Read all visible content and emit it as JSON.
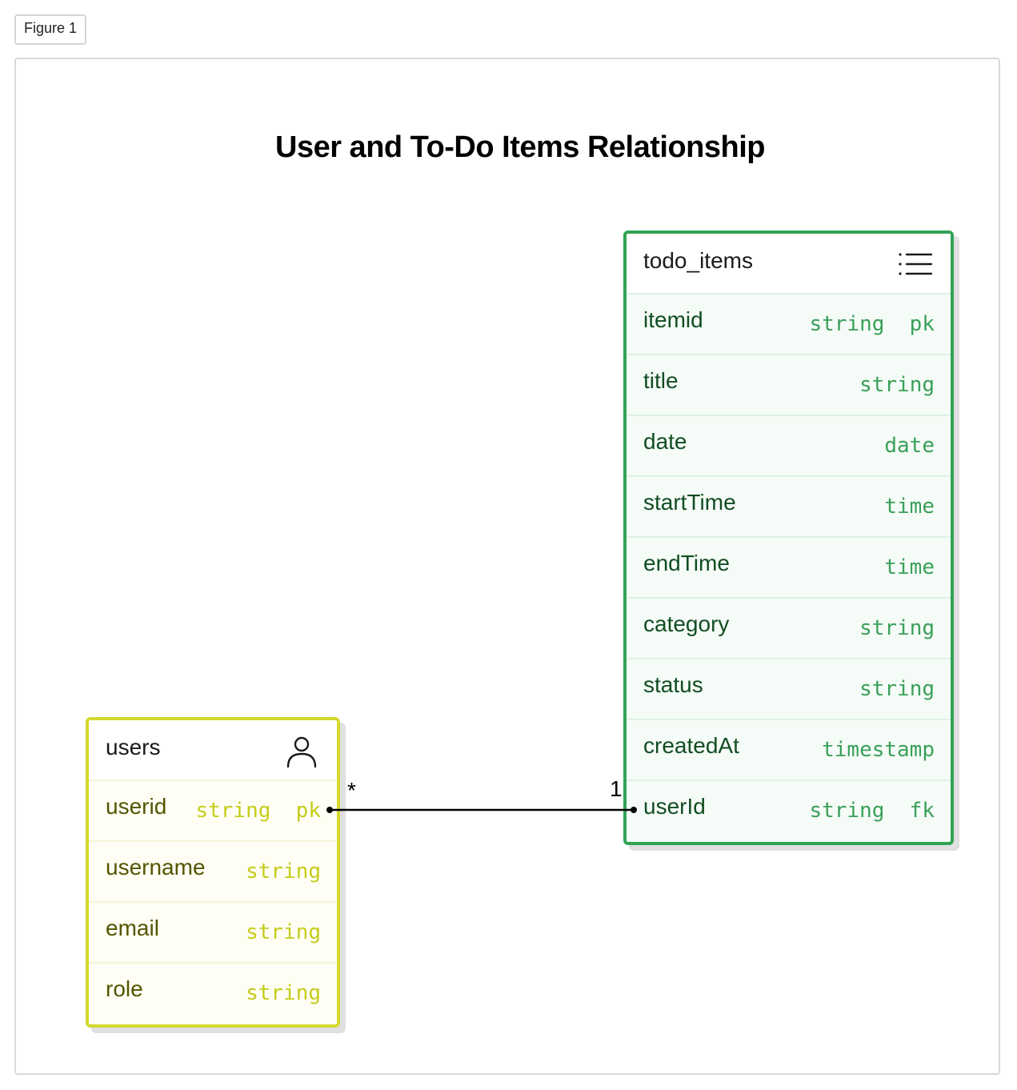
{
  "figure_tab": {
    "label": "Figure 1"
  },
  "diagram": {
    "title": "User and To-Do Items Relationship",
    "entities": {
      "users": {
        "name": "users",
        "icon": "user-icon",
        "border_color": "#d3d82e",
        "rows": [
          {
            "name": "userid",
            "type": "string  pk"
          },
          {
            "name": "username",
            "type": "string"
          },
          {
            "name": "email",
            "type": "string"
          },
          {
            "name": "role",
            "type": "string"
          }
        ]
      },
      "todo_items": {
        "name": "todo_items",
        "icon": "list-icon",
        "border_color": "#31a354",
        "rows": [
          {
            "name": "itemid",
            "type": "string  pk"
          },
          {
            "name": "title",
            "type": "string"
          },
          {
            "name": "date",
            "type": "date"
          },
          {
            "name": "startTime",
            "type": "time"
          },
          {
            "name": "endTime",
            "type": "time"
          },
          {
            "name": "category",
            "type": "string"
          },
          {
            "name": "status",
            "type": "string"
          },
          {
            "name": "createdAt",
            "type": "timestamp"
          },
          {
            "name": "userId",
            "type": "string  fk"
          }
        ]
      }
    },
    "relationship": {
      "from": "users.userid",
      "to": "todo_items.userId",
      "from_cardinality": "*",
      "to_cardinality": "1"
    }
  }
}
